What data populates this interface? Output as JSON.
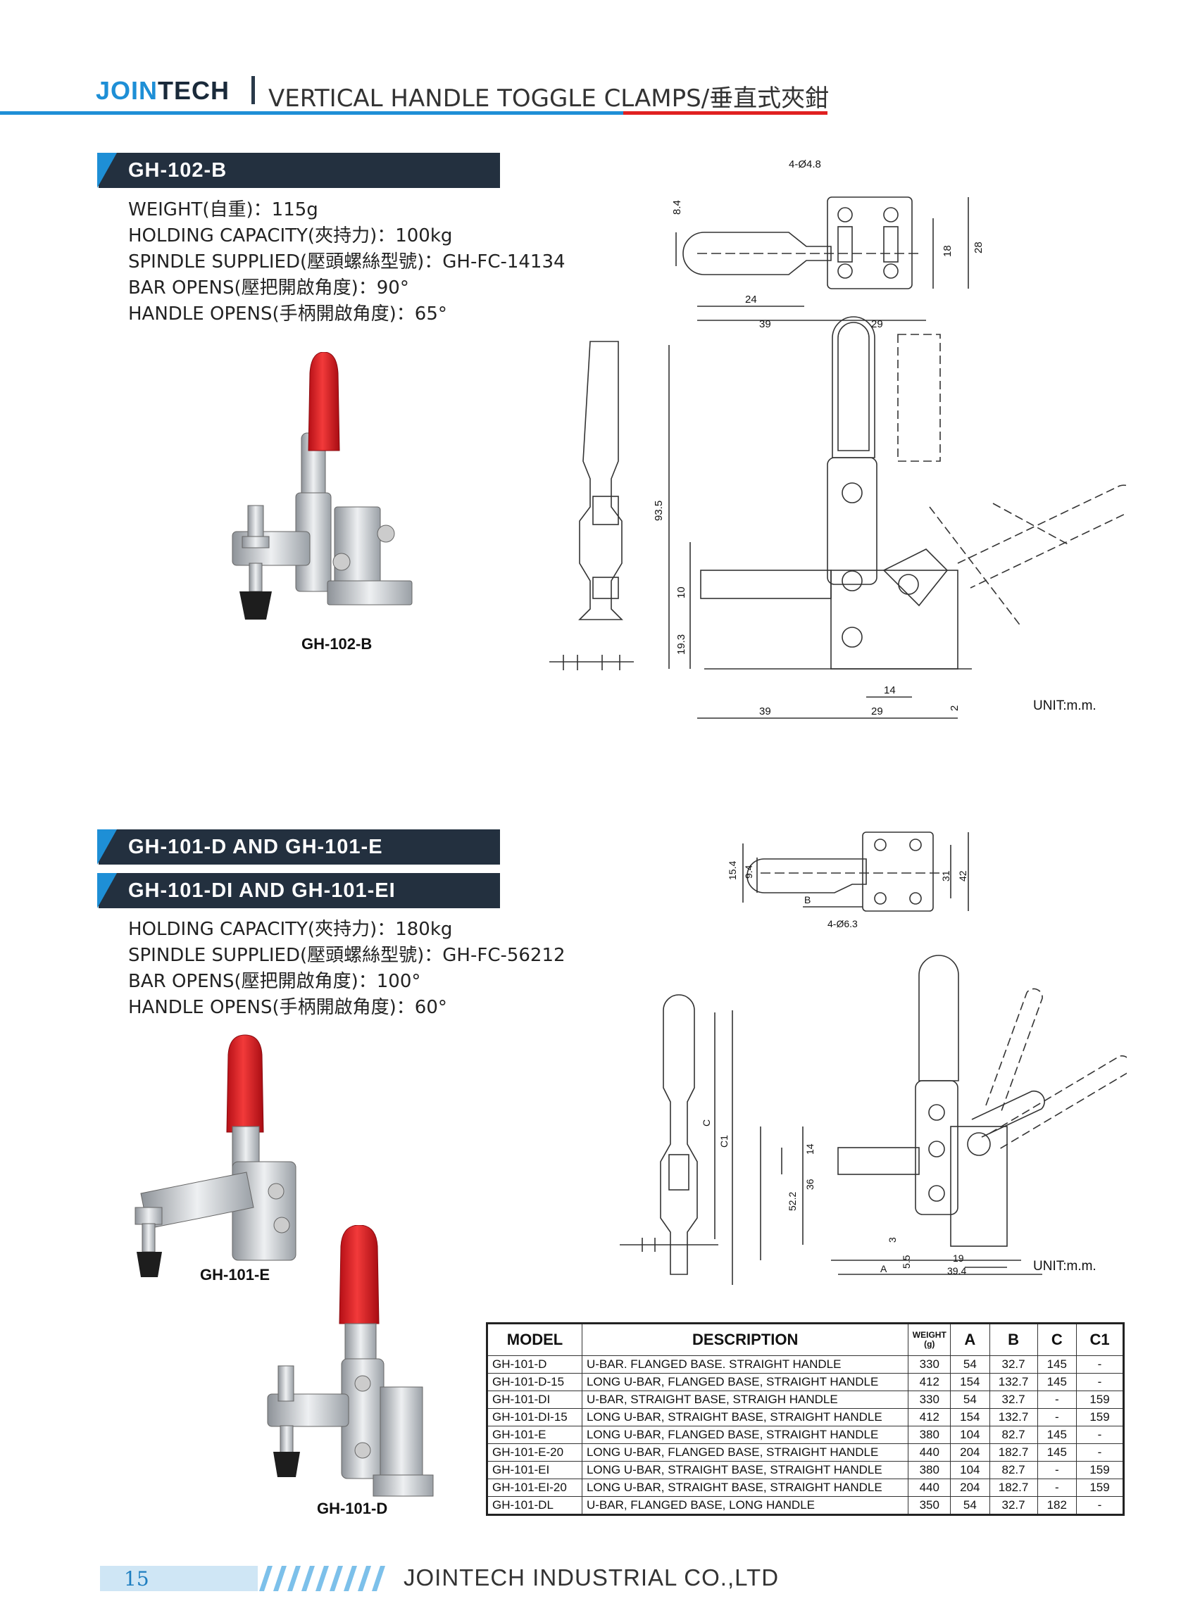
{
  "header": {
    "brand_a": "JOIN",
    "brand_b": "TECH",
    "title": "VERTICAL HANDLE TOGGLE CLAMPS/垂直式夾鉗"
  },
  "section1": {
    "title": "GH-102-B",
    "specs": [
      "WEIGHT(自重)：115g",
      "HOLDING CAPACITY(夾持力)：100kg",
      "SPINDLE SUPPLIED(壓頭螺絲型號)：GH-FC-14134",
      "BAR OPENS(壓把開啟角度)：90°",
      "HANDLE OPENS(手柄開啟角度)：65°"
    ],
    "photo_caption": "GH-102-B",
    "unit": "UNIT:m.m.",
    "dims": {
      "holes": "4-Ø4.8",
      "d8_4": "8.4",
      "d18": "18",
      "d28": "28",
      "d24": "24",
      "d39": "39",
      "d29": "29",
      "d93_5": "93.5",
      "d10": "10",
      "d19_3": "19.3",
      "d14": "14",
      "d2": "2"
    }
  },
  "section2": {
    "title_a": "GH-101-D AND GH-101-E",
    "title_b": "GH-101-DI AND GH-101-EI",
    "specs": [
      "HOLDING CAPACITY(夾持力)：180kg",
      "SPINDLE SUPPLIED(壓頭螺絲型號)：GH-FC-56212",
      "BAR OPENS(壓把開啟角度)：100°",
      "HANDLE OPENS(手柄開啟角度)：60°"
    ],
    "caption_e": "GH-101-E",
    "caption_d": "GH-101-D",
    "unit": "UNIT:m.m.",
    "dims": {
      "d15_4": "15.4",
      "d9_4": "9.4",
      "B": "B",
      "holes": "4-Ø6.3",
      "d31": "31",
      "d42": "42",
      "C": "C",
      "C1": "C1",
      "d14": "14",
      "d36": "36",
      "d52_2": "52.2",
      "d3": "3",
      "A": "A",
      "d5_5": "5.5",
      "d19": "19",
      "d39_4": "39.4"
    }
  },
  "table": {
    "headers": {
      "model": "MODEL",
      "description": "DESCRIPTION",
      "weight": "WEIGHT",
      "weight_unit": "(g)",
      "a": "A",
      "b": "B",
      "c": "C",
      "c1": "C1"
    },
    "rows": [
      {
        "model": "GH-101-D",
        "desc": "U-BAR. FLANGED BASE. STRAIGHT HANDLE",
        "weight": "330",
        "a": "54",
        "b": "32.7",
        "c": "145",
        "c1": "-"
      },
      {
        "model": "GH-101-D-15",
        "desc": "LONG U-BAR, FLANGED BASE, STRAIGHT HANDLE",
        "weight": "412",
        "a": "154",
        "b": "132.7",
        "c": "145",
        "c1": "-"
      },
      {
        "model": "GH-101-DI",
        "desc": "U-BAR, STRAIGHT BASE, STRAIGH HANDLE",
        "weight": "330",
        "a": "54",
        "b": "32.7",
        "c": "-",
        "c1": "159"
      },
      {
        "model": "GH-101-DI-15",
        "desc": "LONG U-BAR, STRAIGHT BASE, STRAIGHT HANDLE",
        "weight": "412",
        "a": "154",
        "b": "132.7",
        "c": "-",
        "c1": "159"
      },
      {
        "model": "GH-101-E",
        "desc": "LONG U-BAR, FLANGED BASE, STRAIGHT HANDLE",
        "weight": "380",
        "a": "104",
        "b": "82.7",
        "c": "145",
        "c1": "-"
      },
      {
        "model": "GH-101-E-20",
        "desc": "LONG U-BAR, FLANGED BASE, STRAIGHT HANDLE",
        "weight": "440",
        "a": "204",
        "b": "182.7",
        "c": "145",
        "c1": "-"
      },
      {
        "model": "GH-101-EI",
        "desc": "LONG U-BAR, STRAIGHT BASE, STRAIGHT HANDLE",
        "weight": "380",
        "a": "104",
        "b": "82.7",
        "c": "-",
        "c1": "159"
      },
      {
        "model": "GH-101-EI-20",
        "desc": "LONG U-BAR, STRAIGHT BASE, STRAIGHT HANDLE",
        "weight": "440",
        "a": "204",
        "b": "182.7",
        "c": "-",
        "c1": "159"
      },
      {
        "model": "GH-101-DL",
        "desc": "U-BAR, FLANGED BASE, LONG HANDLE",
        "weight": "350",
        "a": "54",
        "b": "32.7",
        "c": "182",
        "c1": "-"
      }
    ]
  },
  "footer": {
    "page": "15",
    "company": "JOINTECH INDUSTRIAL CO.,LTD"
  },
  "colors": {
    "brand_blue": "#1e8fd6",
    "accent_red": "#e02020",
    "bar_navy": "#23303f",
    "handle_red": "#e31b23"
  }
}
